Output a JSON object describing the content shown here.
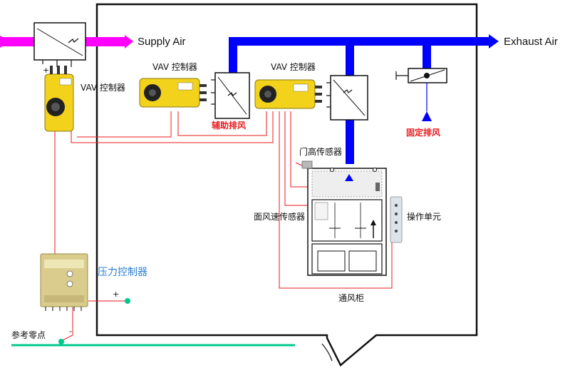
{
  "labels": {
    "supply_air": "Supply Air",
    "exhaust_air": "Exhaust Air",
    "vav_controller_left": "VAV 控制器",
    "vav_controller_mid": "VAV 控制器",
    "vav_controller_right": "VAV 控制器",
    "aux_exhaust": "辅助排风",
    "fixed_exhaust": "固定排风",
    "door_height_sensor": "门高传感器",
    "face_velocity_sensor": "面风速传感器",
    "operation_unit": "操作单元",
    "pressure_controller": "压力控制器",
    "fume_hood": "通风柜",
    "reference_zero": "参考零点",
    "plus": "+",
    "minus": "-"
  },
  "colors": {
    "supply_duct": "#ff00ff",
    "exhaust_duct": "#0000ff",
    "signal_wire": "#e8191e",
    "reference_line": "#00c88c",
    "actuator_yellow": "#f2d21b",
    "accent_blue_text": "#2f7fd6"
  }
}
